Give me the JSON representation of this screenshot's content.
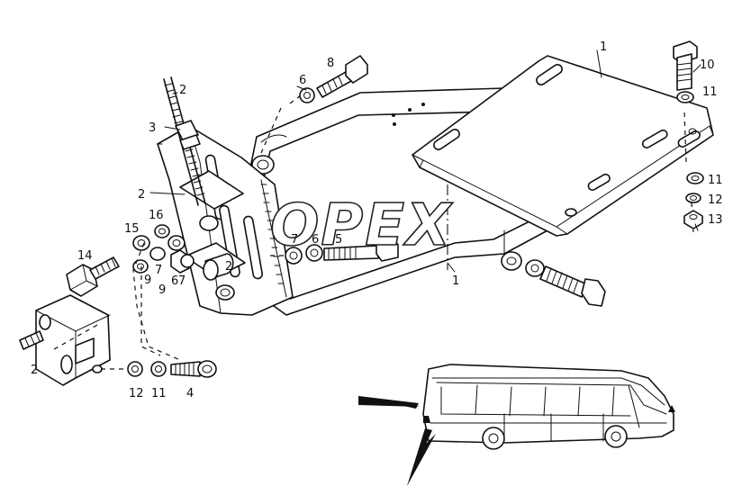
{
  "watermark": "OPEX",
  "callouts": {
    "frame_main": "1",
    "plate": "1",
    "threaded_rod": "2",
    "bracket_upper": "2",
    "bracket_mid": "2",
    "block": "2",
    "nut_top": "3",
    "screw_block": "4",
    "bolt_side": "5",
    "washer_6a": "6",
    "washer_6b": "6",
    "washer_6c": "6",
    "washer_7a": "7",
    "washer_7b": "7",
    "bolt_top": "8",
    "nut_9a": "9",
    "nut_9b": "9",
    "bolt_10": "10",
    "washer_11a": "11",
    "washer_11b": "11",
    "washer_11c": "11",
    "washer_12a": "12",
    "washer_12b": "12",
    "nut_13": "13",
    "bolt_14": "14",
    "washer_15": "15",
    "washer_16": "16"
  }
}
